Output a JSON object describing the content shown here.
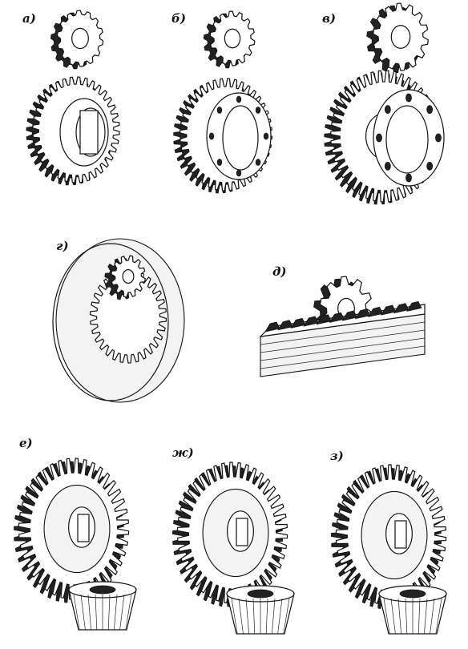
{
  "panels": {
    "a": {
      "label": "а)"
    },
    "b": {
      "label": "б)"
    },
    "v": {
      "label": "в)"
    },
    "g": {
      "label": "г)"
    },
    "d": {
      "label": "д)"
    },
    "e": {
      "label": "е)"
    },
    "zh": {
      "label": "ж)"
    },
    "z": {
      "label": "з)"
    }
  },
  "colors": {
    "ink": "#111111",
    "paper": "#ffffff",
    "shade": "#222222"
  },
  "icons": {
    "a": "spur-gear-pair-icon",
    "b": "helical-gear-pair-icon",
    "v": "herringbone-gear-pair-icon",
    "g": "internal-gear-icon",
    "d": "rack-and-pinion-icon",
    "e": "straight-bevel-gear-icon",
    "zh": "skew-bevel-gear-icon",
    "z": "spiral-bevel-gear-icon"
  }
}
